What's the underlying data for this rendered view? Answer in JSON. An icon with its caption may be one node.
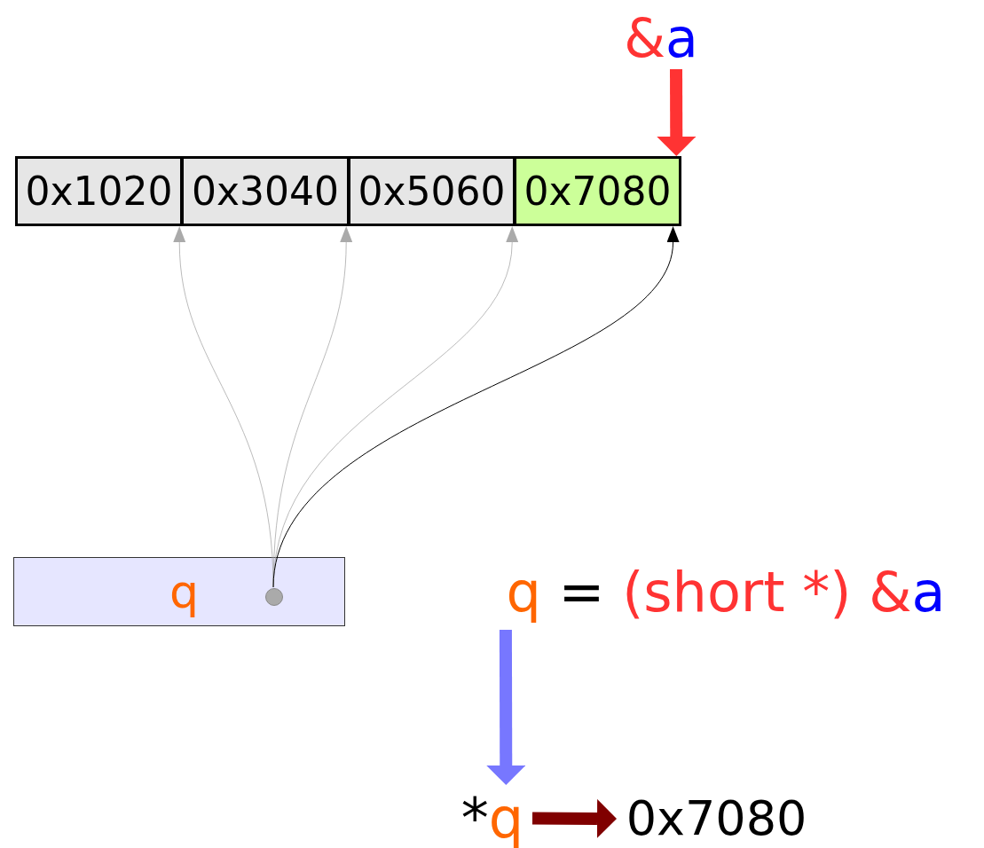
{
  "diagram": {
    "nodes": [
      {
        "text": [
          "&a"
        ]
      },
      {
        "text": [
          "0x1020"
        ]
      },
      {
        "text": [
          "0x3040"
        ]
      },
      {
        "text": [
          "0x5060"
        ]
      },
      {
        "text": [
          "0x7080"
        ]
      },
      {
        "text": [
          "q"
        ]
      },
      {
        "text": [],
        "shape": "circle",
        "in": 5
      },
      {
        "text": [
          "q = (short *) &a"
        ]
      },
      {
        "text": [
          "*q"
        ]
      },
      {
        "text": [
          "0x7080"
        ]
      }
    ],
    "edges": [
      {
        "from": 0,
        "to": 4,
        "arrow": "to",
        "style": "thick",
        "color": "#ff3333"
      },
      {
        "from": 6,
        "to": 1,
        "arrow": "to"
      },
      {
        "from": 6,
        "to": 2,
        "arrow": "to"
      },
      {
        "from": 6,
        "to": 3,
        "arrow": "to"
      },
      {
        "from": 6,
        "to": 4,
        "arrow": "to",
        "color": "#000000"
      },
      {
        "from": 7,
        "to": 8,
        "arrow": "to",
        "style": "thick",
        "color": "#7777ff"
      },
      {
        "from": 8,
        "to": 9,
        "arrow": "to",
        "style": "thick",
        "color": "#800000"
      }
    ]
  }
}
